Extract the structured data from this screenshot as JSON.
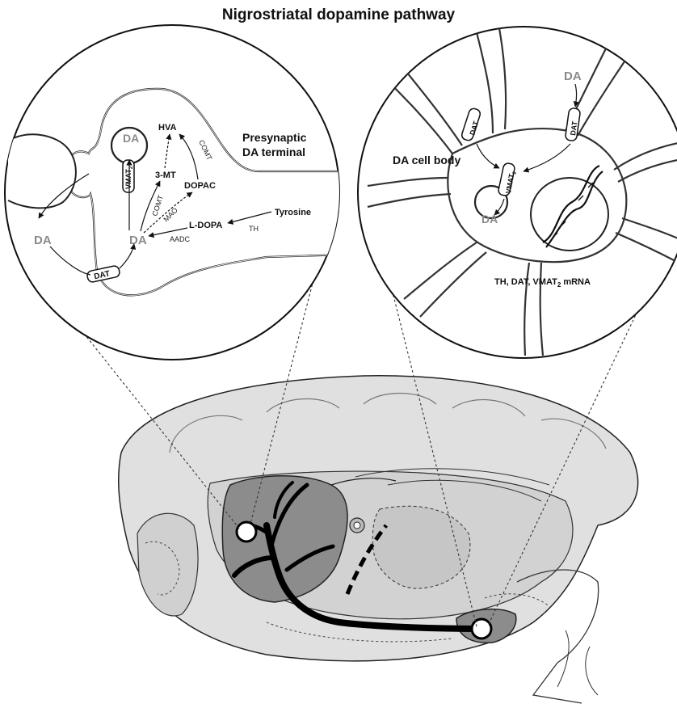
{
  "title": "Nigrostriatal dopamine pathway",
  "terminal": {
    "heading_line1": "Presynaptic",
    "heading_line2": "DA terminal",
    "da_vesicle": "DA",
    "da_cleft": "DA",
    "da_cytosol": "DA",
    "hva": "HVA",
    "three_mt": "3-MT",
    "dopac": "DOPAC",
    "ldopa": "L-DOPA",
    "tyrosine": "Tyrosine",
    "comt_a": "COMT",
    "comt_b": "COMT",
    "mao": "MAO",
    "th": "TH",
    "aadc": "AADC",
    "dat": "DAT",
    "vmat": "VMAT",
    "vmat_sub": "2"
  },
  "cell_body": {
    "heading": "DA cell body",
    "da_top": "DA",
    "da_vesicle": "DA",
    "dat_left": "DAT",
    "dat_right": "DAT",
    "vmat": "VMAT",
    "vmat_sub": "2",
    "mrna_prefix": "TH, DAT, VMAT",
    "mrna_sub": "2",
    "mrna_suffix": " mRNA"
  },
  "colors": {
    "ink": "#111111",
    "brain_fill": "#d8d8d8",
    "striatum_fill": "#8c8c8c",
    "pathway": "#000000",
    "label_gray": "#8a8a8a"
  }
}
